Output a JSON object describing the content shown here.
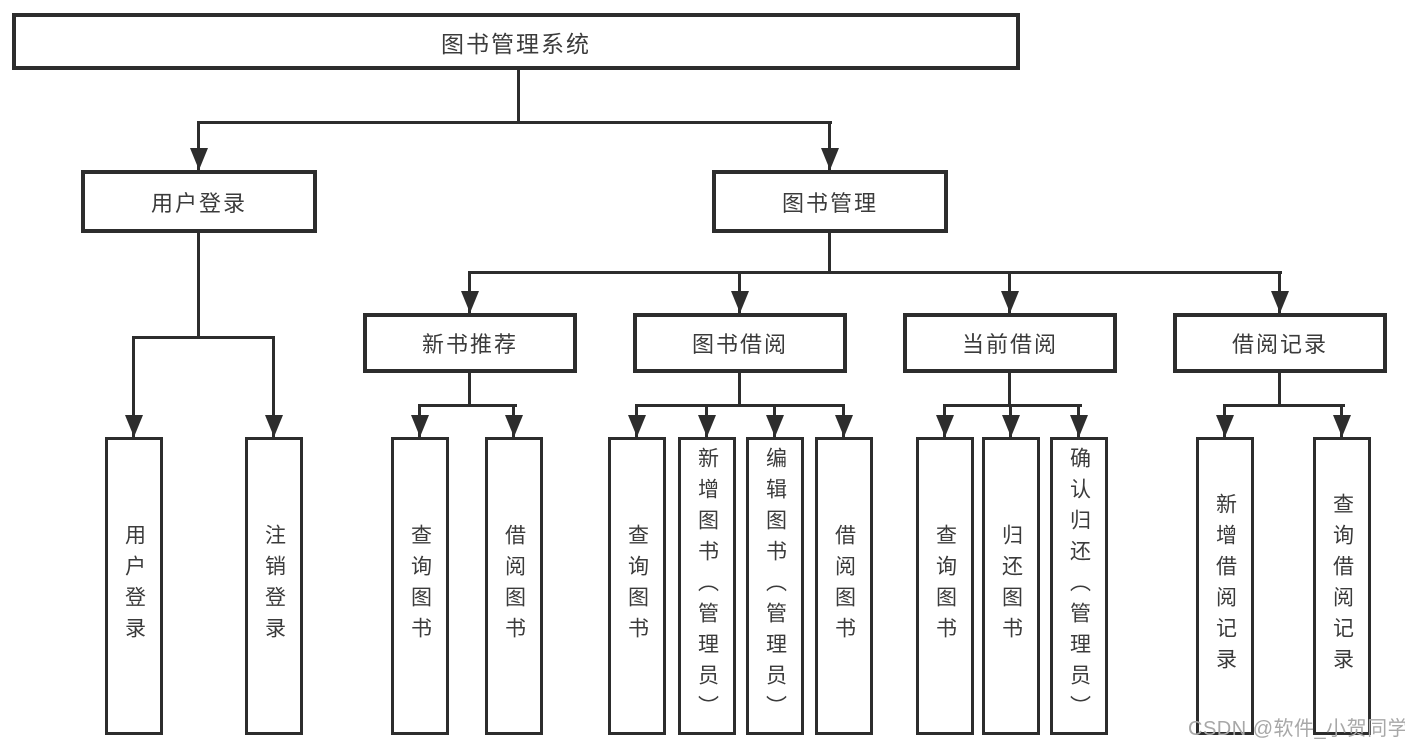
{
  "diagram": {
    "title": "图书管理系统",
    "colors": {
      "line": "#2D2D2D",
      "text": "#3B3B3B",
      "background": "#FFFFFF",
      "watermark_text_color": "#A8A8A8"
    },
    "tree": {
      "root": {
        "label": "图书管理系统"
      },
      "branches": [
        {
          "label": "用户登录",
          "children": [
            {
              "label": "用户登录"
            },
            {
              "label": "注销登录"
            }
          ]
        },
        {
          "label": "图书管理",
          "children": [
            {
              "label": "新书推荐",
              "children": [
                {
                  "label": "查询图书"
                },
                {
                  "label": "借阅图书"
                }
              ]
            },
            {
              "label": "图书借阅",
              "children": [
                {
                  "label": "查询图书"
                },
                {
                  "label": "新增图书（管理员）"
                },
                {
                  "label": "编辑图书（管理员）"
                },
                {
                  "label": "借阅图书"
                }
              ]
            },
            {
              "label": "当前借阅",
              "children": [
                {
                  "label": "查询图书"
                },
                {
                  "label": "归还图书"
                },
                {
                  "label": "确认归还（管理员）"
                }
              ]
            },
            {
              "label": "借阅记录",
              "children": [
                {
                  "label": "新增借阅记录"
                },
                {
                  "label": "查询借阅记录"
                }
              ]
            }
          ]
        }
      ]
    }
  },
  "watermark": {
    "text": "CSDN @软件_小贺同学"
  }
}
